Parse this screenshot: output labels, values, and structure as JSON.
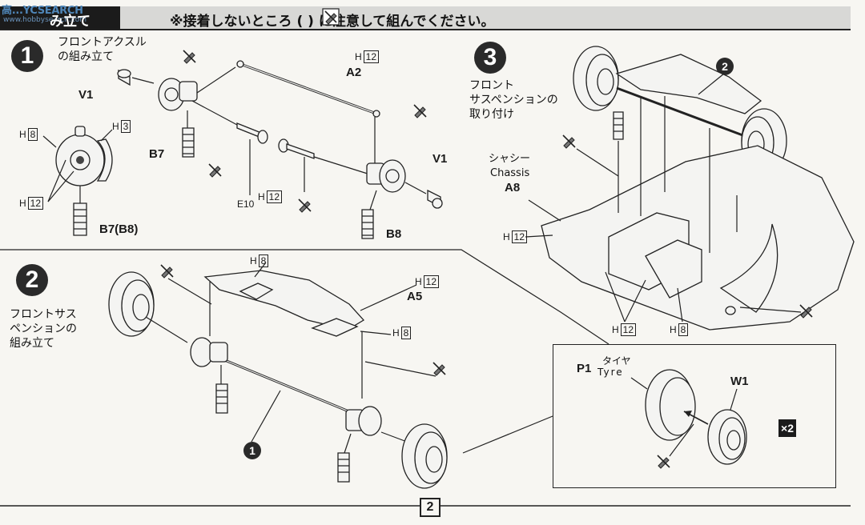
{
  "header": {
    "watermark": "高...YCSEARCH",
    "watermark_sub": "www.hobbysearch.com",
    "title": "み立て",
    "note": "※接着しないところ (     ) に注意して組んでください。"
  },
  "steps": [
    {
      "number": "1",
      "title_lines": [
        "フロントアクスル",
        "の組み立て"
      ],
      "parts": [
        "V1",
        "A2",
        "B7",
        "V1",
        "B8",
        "B7(B8)",
        "E10"
      ],
      "refs": [
        {
          "letter": "H",
          "num": "12"
        },
        {
          "letter": "H",
          "num": "8"
        },
        {
          "letter": "H",
          "num": "3"
        },
        {
          "letter": "H",
          "num": "12"
        },
        {
          "letter": "H",
          "num": "12"
        }
      ]
    },
    {
      "number": "2",
      "title_lines": [
        "フロントサス",
        "ペンションの",
        "組み立て"
      ],
      "parts": [
        "A5"
      ],
      "refs": [
        {
          "letter": "H",
          "num": "8"
        },
        {
          "letter": "H",
          "num": "12"
        },
        {
          "letter": "H",
          "num": "8"
        }
      ],
      "sub_marker": "1"
    },
    {
      "number": "3",
      "title_lines": [
        "フロント",
        "サスペンションの",
        "取り付け"
      ],
      "chassis_jp": "シャシー",
      "chassis_en": "Chassis",
      "chassis_part": "A8",
      "sub_marker": "2",
      "refs": [
        {
          "letter": "H",
          "num": "12"
        },
        {
          "letter": "H",
          "num": "12"
        },
        {
          "letter": "H",
          "num": "8"
        }
      ]
    }
  ],
  "tyre_inset": {
    "tyre_part": "P1",
    "tyre_jp": "タイヤ",
    "tyre_en": "Tyre",
    "wheel_part": "W1",
    "quantity": "×2"
  },
  "page_number": "2"
}
